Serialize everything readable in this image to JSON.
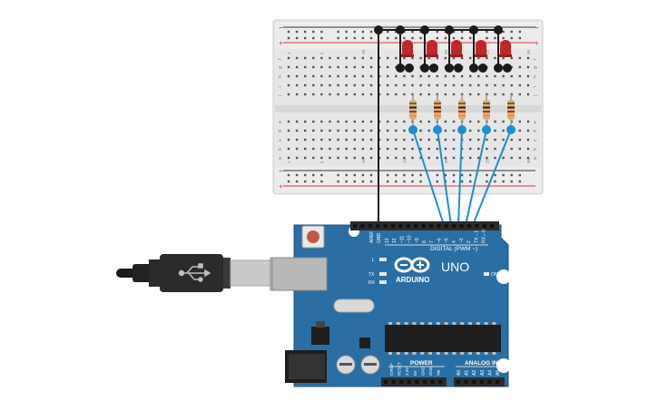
{
  "canvas": {
    "background": "#ffffff"
  },
  "colors": {
    "breadboard": "#e6e6e6",
    "board": "#2a6ea3",
    "board_dark": "#1f5a88",
    "header": "#2b2b2b",
    "led": "#c0262b",
    "wire_blue": "#1d8fd1",
    "wire_black": "#1b1b1b",
    "rail_red": "#d33a3a",
    "rail_black": "#333333"
  },
  "breadboard": {
    "rail_plus": "+",
    "rail_minus": "−",
    "columns": [
      "1",
      "",
      "",
      "",
      "5",
      "",
      "",
      "",
      "",
      "10",
      "",
      "",
      "",
      "",
      "15",
      "",
      "",
      "",
      "",
      "20",
      "",
      "",
      "",
      "",
      "25",
      "",
      "",
      "",
      "",
      "30"
    ],
    "rows_top": [
      "a",
      "b",
      "c",
      "d",
      "e"
    ],
    "rows_bottom": [
      "f",
      "g",
      "h",
      "i",
      "j"
    ]
  },
  "arduino": {
    "brand": "ARDUINO",
    "model": "UNO",
    "reset_label": "RESET",
    "digital_label": "DIGITAL (PWM ~)",
    "power_label": "POWER",
    "analog_label": "ANALOG IN",
    "on_label": "ON",
    "l_label": "L",
    "tx_label": "TX",
    "rx_label": "RX",
    "aref_label": "AREF",
    "gnd_label": "GND",
    "digital_pins": [
      "13",
      "12",
      "~11",
      "~10",
      "~9",
      "8",
      "7",
      "~6",
      "~5",
      "4",
      "~3",
      "2",
      "TX→1",
      "RX←0"
    ],
    "power_pins": [
      "IOREF",
      "RESET",
      "3.3V",
      "5V",
      "GND",
      "GND",
      "Vin"
    ],
    "analog_pins": [
      "A0",
      "A1",
      "A2",
      "A3",
      "A4",
      "A5"
    ]
  },
  "leds": [
    {
      "name": "led-1",
      "color": "red"
    },
    {
      "name": "led-2",
      "color": "red"
    },
    {
      "name": "led-3",
      "color": "red"
    },
    {
      "name": "led-4",
      "color": "red"
    },
    {
      "name": "led-5",
      "color": "red"
    }
  ],
  "resistors": [
    {
      "name": "resistor-1"
    },
    {
      "name": "resistor-2"
    },
    {
      "name": "resistor-3"
    },
    {
      "name": "resistor-4"
    },
    {
      "name": "resistor-5"
    }
  ],
  "usb_cable": {
    "icon": "usb-icon"
  }
}
